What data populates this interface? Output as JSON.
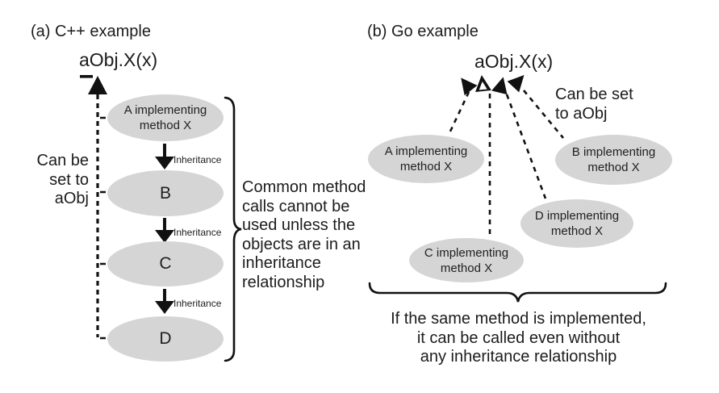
{
  "panel_a": {
    "title": "(a) C++ example",
    "call_expression": "aObj.X(x)",
    "side_note": "Can be\nset to\naObj",
    "inheritance_label": "Inheritance",
    "nodes": {
      "a": "A implementing\nmethod X",
      "b": "B",
      "c": "C",
      "d": "D"
    },
    "brace_note": "Common method\ncalls cannot be\nused unless the\nobjects are in an\ninheritance\nrelationship"
  },
  "panel_b": {
    "title": "(b) Go example",
    "call_expression": "aObj.X(x)",
    "side_note": "Can be set\nto aObj",
    "nodes": {
      "a": "A implementing\nmethod X",
      "b": "B implementing\nmethod X",
      "c": "C implementing\nmethod X",
      "d": "D implementing\nmethod X"
    },
    "bottom_note": "If the same method is implemented,\nit can be called even without\nany inheritance relationship"
  },
  "colors": {
    "node_fill": "#d5d5d5",
    "ink": "#111111",
    "background": "#ffffff"
  }
}
